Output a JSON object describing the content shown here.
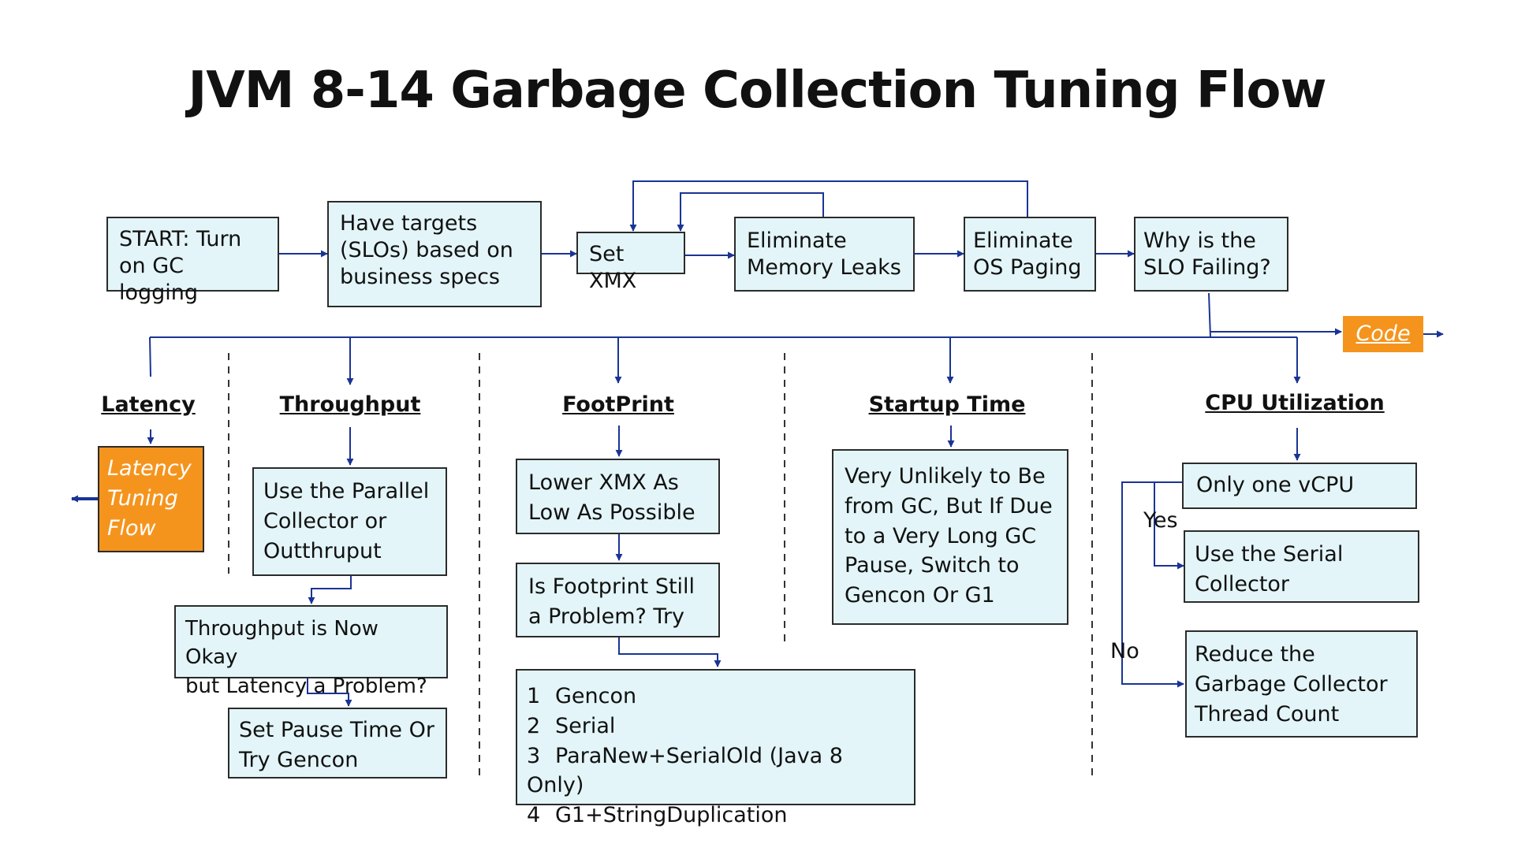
{
  "title": "JVM 8-14 Garbage Collection Tuning Flow",
  "colors": {
    "box_fill": "#e3f5f8",
    "box_border": "#2b2b2b",
    "accent_orange": "#f5941d",
    "connector": "#1a3494"
  },
  "top_flow": {
    "start": "START: Turn\non GC logging",
    "targets": "Have targets\n(SLOs) based on\nbusiness specs",
    "set_xmx": "Set XMX",
    "memory_leaks": "Eliminate\nMemory Leaks",
    "os_paging": "Eliminate\nOS Paging",
    "why_failing": "Why is the\nSLO Failing?",
    "code": "Code"
  },
  "categories": {
    "latency": "Latency",
    "throughput": "Throughput",
    "footprint": "FootPrint",
    "startup": "Startup Time",
    "cpu": "CPU Utilization"
  },
  "latency": {
    "flow": "Latency\nTuning\nFlow"
  },
  "throughput": {
    "step1": "Use the Parallel\nCollector or\nOutthruput",
    "step2": "Throughput is Now Okay\nbut Latency a Problem?",
    "step3": "Set Pause Time Or\nTry Gencon"
  },
  "footprint": {
    "step1": "Lower XMX As\nLow As Possible",
    "step2": "Is Footprint Still\na Problem? Try",
    "options": [
      {
        "num": "1",
        "text": "Gencon"
      },
      {
        "num": "2",
        "text": "Serial"
      },
      {
        "num": "3",
        "text": "ParaNew+SerialOld (Java 8 Only)"
      },
      {
        "num": "4",
        "text": "G1+StringDuplication"
      }
    ]
  },
  "startup": {
    "step1": "Very Unlikely to Be\nfrom GC, But If Due\nto a Very Long GC\nPause, Switch to\nGencon Or G1"
  },
  "cpu": {
    "question": "Only one vCPU",
    "yes_label": "Yes",
    "no_label": "No",
    "yes_action": "Use the Serial\nCollector",
    "no_action": "Reduce the\nGarbage Collector\nThread Count"
  }
}
